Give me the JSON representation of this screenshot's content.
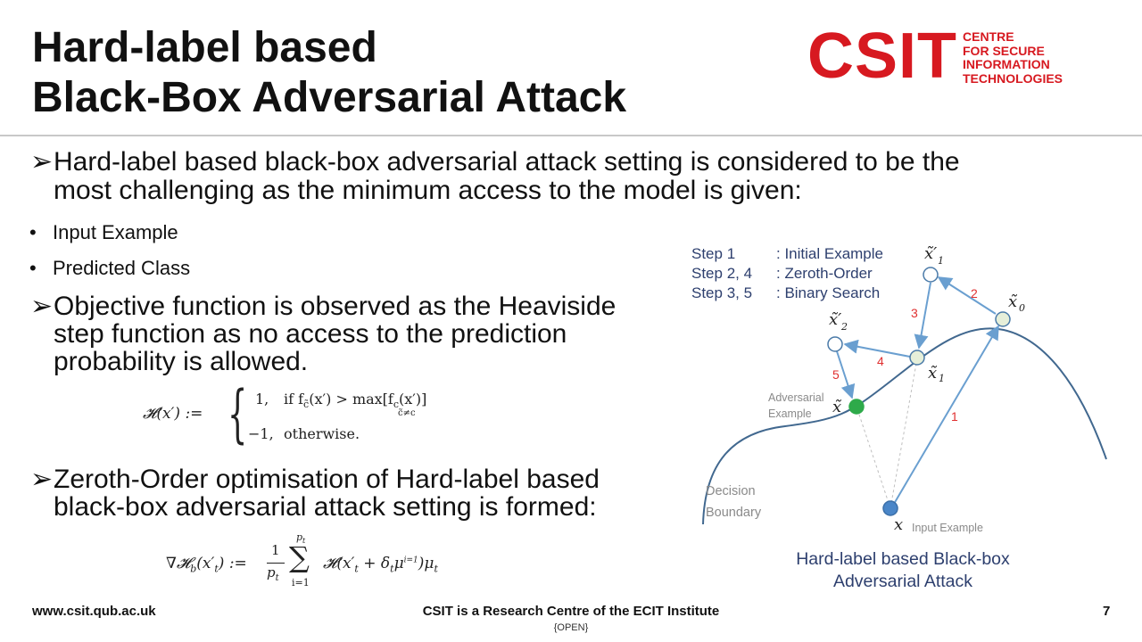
{
  "title": {
    "line1": "Hard-label based",
    "line2": "Black-Box Adversarial Attack"
  },
  "logo": {
    "mark": "CSIT",
    "sub1": "CENTRE",
    "sub2": "FOR SECURE",
    "sub3": "INFORMATION",
    "sub4": "TECHNOLOGIES"
  },
  "bullets": {
    "b1_line1": "Hard-label based black-box adversarial attack setting is considered to be the",
    "b1_line2": "most challenging as the minimum access to the model is given:",
    "sub1": "Input Example",
    "sub2": "Predicted Class",
    "b2_line1": "Objective function is observed as the Heaviside",
    "b2_line2": "step function as no access to the prediction",
    "b2_line3": "probability is allowed.",
    "b3_line1": "Zeroth-Order optimisation of Hard-label based",
    "b3_line2": "black-box adversarial attack setting is formed:",
    "arrow_glyph": "➢",
    "dot_glyph": "•"
  },
  "equations": {
    "heaviside_lhs": "𝓗(x′)  :=",
    "case1_val": "1,",
    "case1_cond": "if f",
    "case1_sub": "c̃",
    "case1_mid": "(x′) > max",
    "case1_max_sub": "c̃≠c",
    "case1_end": "[f",
    "case1_c": "c",
    "case1_close": "(x′)]",
    "case2_val": "−1,",
    "case2_cond": "otherwise.",
    "grad_lhs": "∇𝓗",
    "grad_b": "b",
    "grad_arg": "(x′",
    "grad_t": "t",
    "grad_assign": ") :=",
    "frac_num": "1",
    "frac_den": "p",
    "frac_den_sub": "t",
    "sum_top": "p",
    "sum_top_sub": "t",
    "sum_sym": "∑",
    "sum_bottom": "i=1",
    "grad_rhs": "𝓗(x′",
    "grad_rhs2": " + δ",
    "grad_rhs3": "μ",
    "grad_rhs4": ")μ"
  },
  "diagram": {
    "legend": [
      {
        "step": "Step 1",
        "desc": ": Initial Example"
      },
      {
        "step": "Step 2, 4",
        "desc": ": Zeroth-Order"
      },
      {
        "step": "Step 3, 5",
        "desc": ": Binary Search"
      }
    ],
    "nodes": {
      "x1p": "x̃′",
      "x1p_sub": "1",
      "x0": "x̃",
      "x0_sub": "0",
      "x2p": "x̃′",
      "x2p_sub": "2",
      "x1": "x̃",
      "x1_sub": "1",
      "xt": "x̃",
      "x": "x"
    },
    "step_numbers": [
      "1",
      "2",
      "3",
      "4",
      "5"
    ],
    "adversarial_label_1": "Adversarial",
    "adversarial_label_2": "Example",
    "input_label": "Input Example",
    "boundary_label_1": "Decision",
    "boundary_label_2": "Boundary",
    "caption_1": "Hard-label based Black-box",
    "caption_2": "Adversarial Attack",
    "colors": {
      "arrow": "#6a9fd0",
      "step_number": "#e03030",
      "node_light": "#e6efd9",
      "node_green": "#2eaa4a",
      "node_blue": "#4a86c8",
      "curve": "#41688f",
      "legend_text": "#2d3f6e"
    }
  },
  "footer": {
    "left": "www.csit.qub.ac.uk",
    "center": "CSIT is a Research Centre of the ECIT Institute",
    "page": "7",
    "classification": "{OPEN}"
  }
}
